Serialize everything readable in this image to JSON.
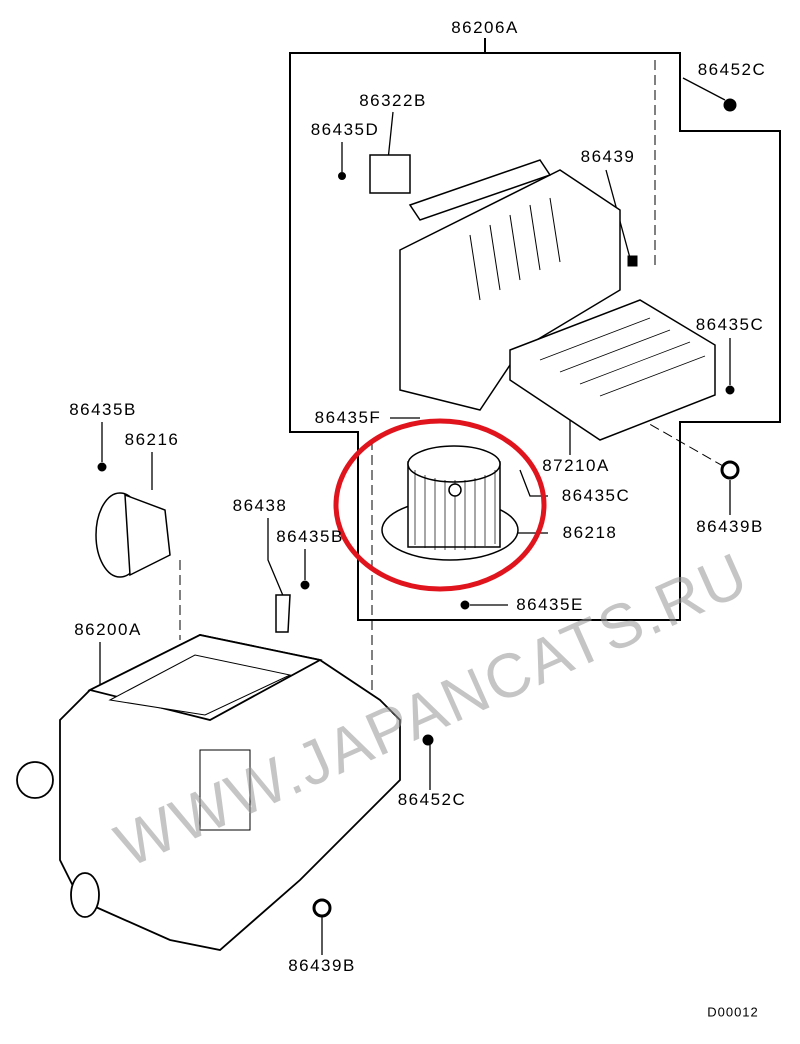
{
  "labels": {
    "assembly_top": "86206A",
    "screw_top_right": "86452C",
    "actuator": "86322B",
    "screw_actuator": "86435D",
    "clip": "86439",
    "screw_right": "86435C",
    "screw_left": "86435B",
    "resistor": "86216",
    "screw_f": "86435F",
    "filter": "87210A",
    "screw_motor": "86435C",
    "blower_motor": "86218",
    "bracket": "86438",
    "screw_bracket": "86435B",
    "screw_e": "86435E",
    "heater_unit": "86200A",
    "screw_bottom": "86452C",
    "nut_right": "86439B",
    "nut_bottom": "86439B"
  },
  "diagram_code": "D00012",
  "watermark": "WWW.JAPANCATS.RU",
  "highlight_color": "#e0141c"
}
